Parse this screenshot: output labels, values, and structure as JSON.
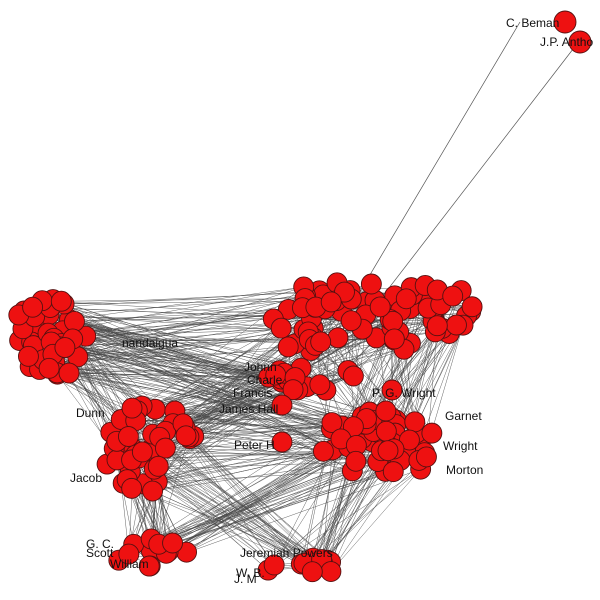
{
  "graph": {
    "colors": {
      "node_fill": "#ee1111",
      "node_stroke": "#551111",
      "edge": "#555555",
      "label": "#111111",
      "background": "#ffffff"
    },
    "labels": {
      "c_beman": "C. Beman",
      "jp_anthony": "J.P. Antho",
      "james_hall": "James Hall",
      "peter_h": "Peter H",
      "jeremiah_powers": "Jeremiah Powers",
      "p_g_wright": "P. G. Wright",
      "garnet": "Garnet",
      "francis": "Francis",
      "charles": "Charle",
      "johnny": "Johnn",
      "wright": "Wright",
      "canandaigua": "nandaigua",
      "morton": "Morton",
      "jacob": "Jacob",
      "dunn": "Dunn",
      "g_c": "G. C.",
      "scott": "Scott",
      "william": "William",
      "w_b": "W. B.",
      "j_m": "J. M"
    }
  }
}
